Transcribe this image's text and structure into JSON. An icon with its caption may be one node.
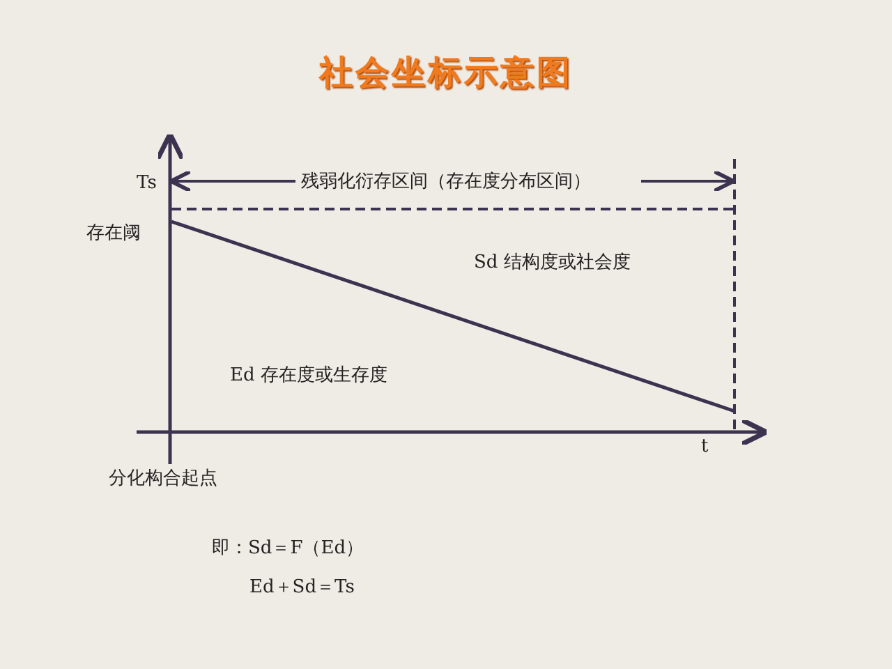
{
  "diagram": {
    "title": "社会坐标示意图",
    "labels": [
      "Ts",
      "残弱化衍存区间（存在度分布区间）",
      "存在阈",
      "Sd 结构度或社会度",
      "Ed 存在度或生存度",
      "t",
      "分化构合起点",
      "即：Sd＝F（Ed）",
      "Ed＋Sd＝Ts"
    ]
  }
}
